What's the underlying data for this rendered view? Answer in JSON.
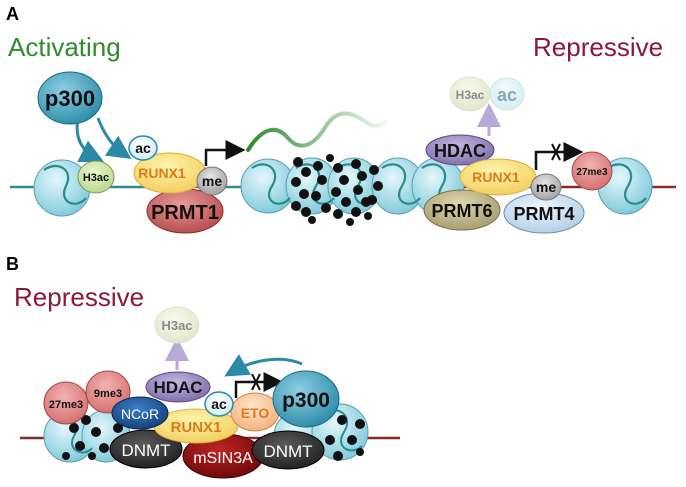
{
  "panel_a": {
    "label": "A",
    "activating_title": "Activating",
    "repressive_title": "Repressive",
    "p300": "p300",
    "h3ac": "H3ac",
    "ac": "ac",
    "runx1": "RUNX1",
    "me": "me",
    "prmt1": "PRMT1",
    "h3ac_released": "H3ac",
    "ac_released": "ac",
    "hdac": "HDAC",
    "runx1_right": "RUNX1",
    "me_right": "me",
    "k27me3": "27me3",
    "prmt6": "PRMT6",
    "prmt4": "PRMT4"
  },
  "panel_b": {
    "label": "B",
    "repressive_title": "Repressive",
    "h3ac_released": "H3ac",
    "k27me3": "27me3",
    "k9me3": "9me3",
    "hdac": "HDAC",
    "ncor": "NCoR",
    "ac": "ac",
    "eto": "ETO",
    "p300": "p300",
    "runx1": "RUNX1",
    "dnmt_left": "DNMT",
    "msin3a": "mSIN3A",
    "dnmt_right": "DNMT"
  },
  "colors": {
    "activating": "#2e8b2e",
    "repressive": "#8b1a3a",
    "runx1_text": "#e07818",
    "nucleosome": "#9ad8e6",
    "dna_active": "#2a8c8c",
    "dna_repressed": "#8b2a2a"
  }
}
